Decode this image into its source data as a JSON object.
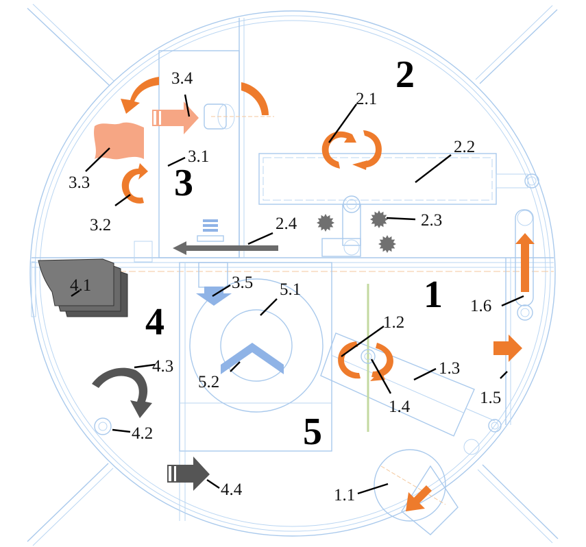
{
  "zones": [
    {
      "id": "zone-1",
      "text": "1"
    },
    {
      "id": "zone-2",
      "text": "2"
    },
    {
      "id": "zone-3",
      "text": "3"
    },
    {
      "id": "zone-4",
      "text": "4"
    },
    {
      "id": "zone-5",
      "text": "5"
    }
  ],
  "labels": [
    {
      "id": "1.1",
      "text": "1.1"
    },
    {
      "id": "1.2",
      "text": "1.2"
    },
    {
      "id": "1.3",
      "text": "1.3"
    },
    {
      "id": "1.4",
      "text": "1.4"
    },
    {
      "id": "1.5",
      "text": "1.5"
    },
    {
      "id": "1.6",
      "text": "1.6"
    },
    {
      "id": "2.1",
      "text": "2.1"
    },
    {
      "id": "2.2",
      "text": "2.2"
    },
    {
      "id": "2.3",
      "text": "2.3"
    },
    {
      "id": "2.4",
      "text": "2.4"
    },
    {
      "id": "3.1",
      "text": "3.1"
    },
    {
      "id": "3.2",
      "text": "3.2"
    },
    {
      "id": "3.3",
      "text": "3.3"
    },
    {
      "id": "3.4",
      "text": "3.4"
    },
    {
      "id": "3.5",
      "text": "3.5"
    },
    {
      "id": "4.1",
      "text": "4.1"
    },
    {
      "id": "4.2",
      "text": "4.2"
    },
    {
      "id": "4.3",
      "text": "4.3"
    },
    {
      "id": "4.4",
      "text": "4.4"
    },
    {
      "id": "5.1",
      "text": "5.1"
    },
    {
      "id": "5.2",
      "text": "5.2"
    }
  ],
  "colors": {
    "outline": "#a9c9ec",
    "accent_orange": "#ee7b2c",
    "accent_salmon": "#f6a684",
    "accent_grey": "#6b6b6b",
    "accent_blue": "#8fb3e6",
    "label_text": "#111111"
  },
  "icons": [
    "rotation-arrow-icon",
    "straight-arrow-icon",
    "gear-icon",
    "chevron-up-icon",
    "ring-icon"
  ]
}
